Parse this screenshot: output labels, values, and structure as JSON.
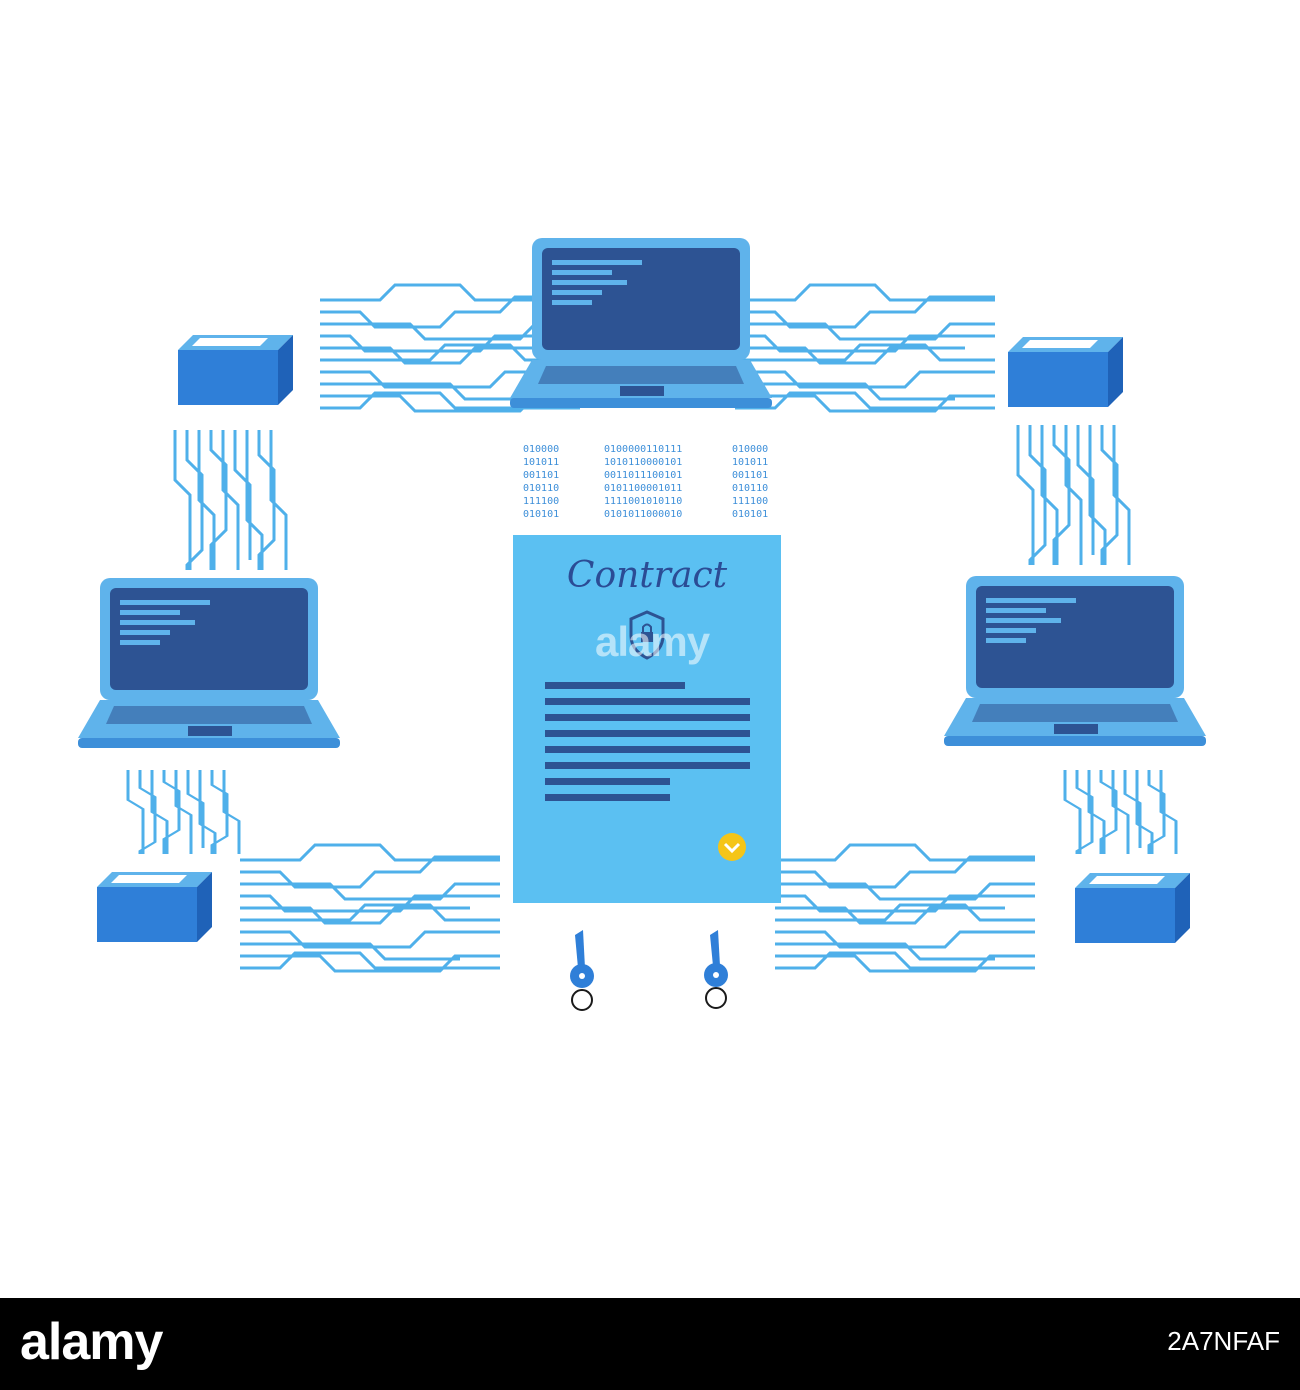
{
  "illustration": {
    "document": {
      "title": "Contract",
      "watermark": "alamy"
    },
    "binary": {
      "left": "010000\n101011\n001101\n010110\n111100\n010101",
      "center": "0100000110111\n1010110000101\n0011011100101\n0101100001011\n1111001010110\n0101011000010",
      "right": "010000\n101011\n001101\n010110\n111100\n010101"
    },
    "icons": [
      "laptop-icon",
      "block-icon",
      "shield-icon",
      "key-icon",
      "checkmark-icon"
    ],
    "colors": {
      "laptop_body": "#5fb3eb",
      "screen": "#2d5393",
      "document": "#5bc0f2",
      "circuit": "#4fb0ea",
      "block": "#2f7fd8",
      "check": "#f5c518"
    }
  },
  "footer": {
    "brand": "alamy",
    "image_id": "2A7NFAF"
  }
}
